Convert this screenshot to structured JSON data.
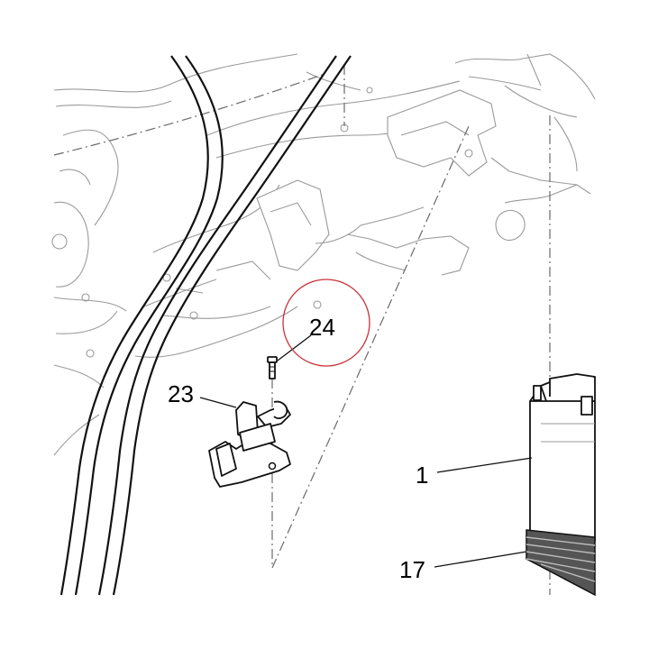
{
  "callouts": {
    "c24": "24",
    "c23": "23",
    "c1": "1",
    "c17": "17"
  },
  "highlight": {
    "target": "24",
    "color": "#c8323a"
  }
}
